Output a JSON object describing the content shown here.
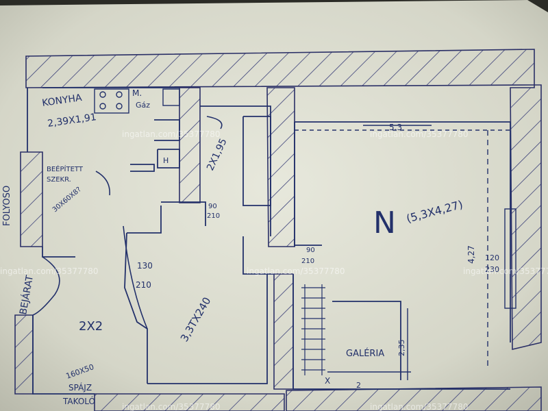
{
  "plan": {
    "kitchen": {
      "name": "KONYHA",
      "size": "2,39X1,91"
    },
    "gas_meter": [
      "M.",
      "Gáz"
    ],
    "bathroom_size": "2X1,95",
    "bath_door": {
      "w": "90",
      "h": "210"
    },
    "big_room": {
      "name": "N",
      "size": "(5,3X4,27)",
      "width": "5.3",
      "depth": "4,27"
    },
    "big_room_door": {
      "w": "90",
      "h": "210"
    },
    "window": {
      "w": "120",
      "h": "230"
    },
    "built_in": [
      "BEÉPÍTETT",
      "SZEKR."
    ],
    "boiler": "30X60X8?",
    "entrance": "BEJÁRAT",
    "hall_size": "2X2",
    "hall_door": {
      "w": "130",
      "h": "210"
    },
    "middle_room_size": "3,3TX240",
    "pantry": [
      "160X50",
      "SPÁJZ",
      "TAKOLÓ"
    ],
    "gallery": {
      "name": "GALÉRIA",
      "length": "2",
      "width": "2,35"
    },
    "stair_mark": "X",
    "h_mark": "H",
    "left_margin_text": "FOLYOSO"
  },
  "watermark": "ingatlan.com/35377780"
}
